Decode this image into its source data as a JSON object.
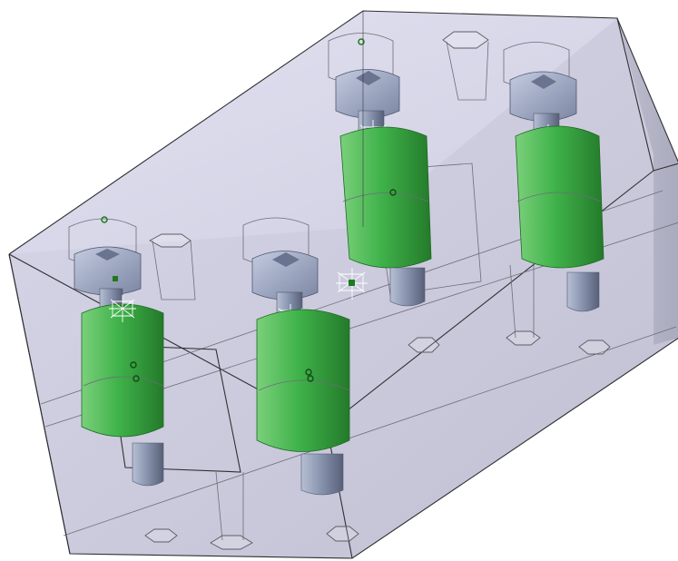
{
  "viewport": {
    "background": "#ffffff",
    "block_fill": "#c9c9de",
    "block_edge": "#2f2f33",
    "spacer_color": "#3fae3f",
    "screw_color": "#8e9ab5",
    "marker_color": "#1f7a1f",
    "axis_color": "#ffffff"
  },
  "scene": {
    "items": [
      {
        "id": "spacer-front-left",
        "type": "spacer"
      },
      {
        "id": "spacer-front-mid",
        "type": "spacer"
      },
      {
        "id": "spacer-back-mid",
        "type": "spacer"
      },
      {
        "id": "spacer-back-right",
        "type": "spacer"
      },
      {
        "id": "screw-front-left",
        "type": "cap-screw"
      },
      {
        "id": "screw-front-mid",
        "type": "cap-screw"
      },
      {
        "id": "screw-back-mid",
        "type": "cap-screw"
      },
      {
        "id": "screw-back-right",
        "type": "cap-screw"
      }
    ]
  }
}
